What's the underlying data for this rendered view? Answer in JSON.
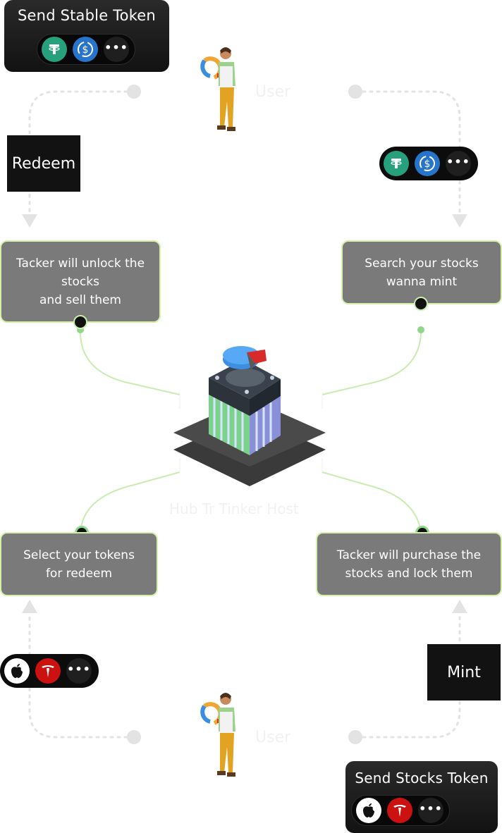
{
  "top_card": {
    "title": "Send Stable Token",
    "icons": [
      "tether-icon",
      "usdc-icon",
      "more-icon"
    ]
  },
  "top_right_pill": {
    "icons": [
      "tether-icon",
      "usdc-icon",
      "more-icon"
    ]
  },
  "bottom_left_pill": {
    "icons": [
      "apple-icon",
      "tesla-icon",
      "more-icon"
    ]
  },
  "bottom_card": {
    "title": "Send  Stocks Token",
    "icons": [
      "apple-icon",
      "tesla-icon",
      "more-icon"
    ]
  },
  "actions": {
    "redeem": "Redeem",
    "mint": "Mint"
  },
  "steps": {
    "unlock": "Tacker will unlock the\nstocks\nand sell them",
    "search": "Search your stocks\nwanna mint",
    "select": "Select your tokens\nfor redeem",
    "purchase": "Tacker will purchase the\nstocks and lock them"
  },
  "labels": {
    "user_top": "User",
    "user_bottom": "User",
    "hub": "Hub Tr Tinker Host"
  },
  "more_glyph": "•••",
  "colors": {
    "tether": "#26a17b",
    "usdc": "#2775ca",
    "tesla": "#cc1111",
    "step_fill": "#7a7a7a",
    "step_border": "#d7f0a8",
    "connector": "#c9ecb0",
    "node": "#8fd68a"
  }
}
